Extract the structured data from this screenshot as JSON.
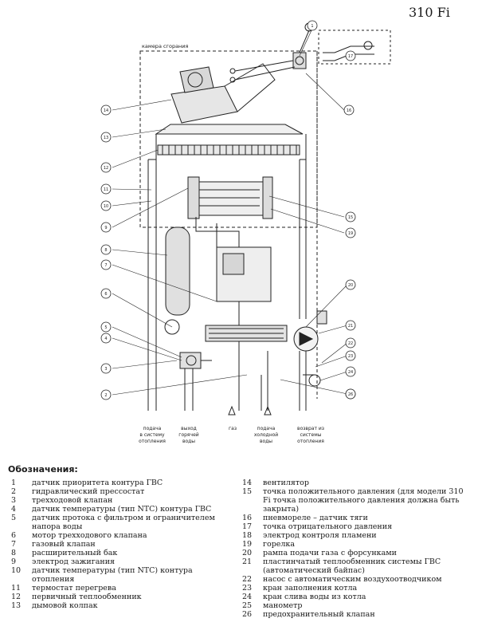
{
  "model": "310 Fi",
  "diagram": {
    "chamber_label": "камера сгорания",
    "callouts": [
      "14",
      "13",
      "12",
      "11",
      "10",
      "9",
      "8",
      "7",
      "6",
      "5",
      "4",
      "3",
      "2",
      "1",
      "16",
      "17",
      "15",
      "19",
      "20",
      "21",
      "22",
      "23",
      "24",
      "25",
      "26"
    ],
    "bottom_labels": [
      "подача\nв систему\nотопления",
      "выход\nгорячей\nводы",
      "газ",
      "подача\nхолодной\nводы",
      "возврат из\nсистемы\nотопления"
    ]
  },
  "legend": {
    "title": "Обозначения:",
    "left": [
      {
        "num": "1",
        "text": "датчик приоритета контура ГВС"
      },
      {
        "num": "2",
        "text": "гидравлический прессостат"
      },
      {
        "num": "3",
        "text": "трехходовой клапан"
      },
      {
        "num": "4",
        "text": "датчик температуры (тип NTC) контура ГВС"
      },
      {
        "num": "5",
        "text": "датчик протока с фильтром и ограничителем напора воды"
      },
      {
        "num": "6",
        "text": "мотор трехходового клапана"
      },
      {
        "num": "7",
        "text": "газовый клапан"
      },
      {
        "num": "8",
        "text": "расширительный бак"
      },
      {
        "num": "9",
        "text": "электрод зажигания"
      },
      {
        "num": "10",
        "text": "датчик температуры (тип NTC) контура отопления"
      },
      {
        "num": "11",
        "text": "термостат перегрева"
      },
      {
        "num": "12",
        "text": "первичный теплообменник"
      },
      {
        "num": "13",
        "text": "дымовой колпак"
      }
    ],
    "right": [
      {
        "num": "14",
        "text": "вентилятор"
      },
      {
        "num": "15",
        "text": "точка положительного давления (для модели 310 Fi точка положительного давления должна быть закрыта)"
      },
      {
        "num": "16",
        "text": "пневмореле – датчик тяги"
      },
      {
        "num": "17",
        "text": "точка отрицательного давления"
      },
      {
        "num": "18",
        "text": "электрод контроля пламени"
      },
      {
        "num": "19",
        "text": "горелка"
      },
      {
        "num": "20",
        "text": "рампа подачи газа с форсунками"
      },
      {
        "num": "21",
        "text": "пластинчатый теплообменник системы ГВС (автоматический байпас)"
      },
      {
        "num": "22",
        "text": "насос с автоматическим воздухоотводчиком"
      },
      {
        "num": "23",
        "text": "кран заполнения котла"
      },
      {
        "num": "24",
        "text": "кран слива воды из котла"
      },
      {
        "num": "25",
        "text": "манометр"
      },
      {
        "num": "26",
        "text": "предохранительный клапан"
      }
    ]
  }
}
